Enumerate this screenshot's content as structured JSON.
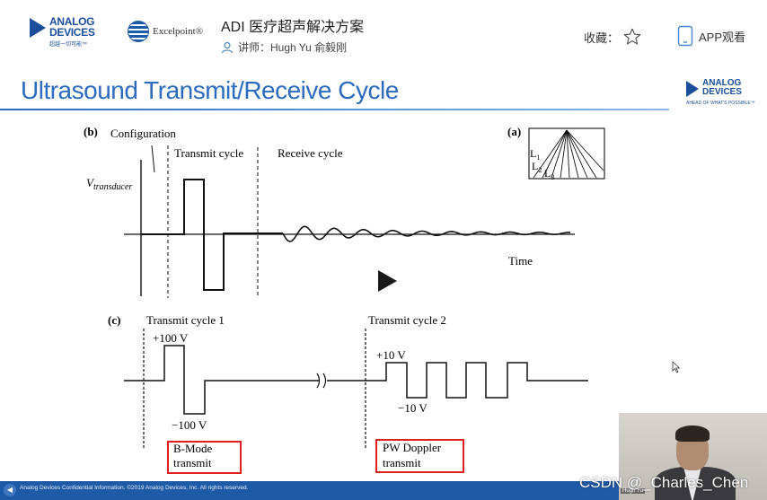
{
  "header": {
    "adi_logo": {
      "line1": "ANALOG",
      "line2": "DEVICES",
      "tagline": "超越一切可能™"
    },
    "partner_logo": {
      "name": "Excelpoint®"
    },
    "course_title": "ADI 医疗超声解决方案",
    "lecturer": "讲师：Hugh Yu 俞毅刚",
    "favorite_label": "收藏：",
    "app_label": "APP观看"
  },
  "slide": {
    "title": "Ultrasound Transmit/Receive Cycle",
    "logo": {
      "line1": "ANALOG",
      "line2": "DEVICES",
      "tagline": "AHEAD OF WHAT'S POSSIBLE™"
    },
    "panel_b": {
      "tag": "(b)",
      "configuration": "Configuration",
      "transmit_cycle": "Transmit cycle",
      "receive_cycle": "Receive cycle",
      "v_main": "V",
      "v_sub": "transducer",
      "time": "Time"
    },
    "panel_a": {
      "tag": "(a)",
      "l1": "L",
      "l1_sub": "1",
      "l2": "L",
      "l2_sub": "2",
      "l3": "L",
      "l3_sub": "3"
    },
    "panel_c": {
      "tag": "(c)",
      "cycle1": "Transmit cycle 1",
      "cycle2": "Transmit cycle 2",
      "plus100": "+100 V",
      "minus100": "−100 V",
      "plus10": "+10 V",
      "minus10": "−10 V",
      "bmode_line1": "B-Mode",
      "bmode_line2": "transmit",
      "pw_line1": "PW  Doppler",
      "pw_line2": "transmit"
    },
    "colors": {
      "title": "#2c6bbd",
      "highlight_box": "#e02020",
      "footer": "#1e5aa6"
    }
  },
  "footer": {
    "confidential": "Analog Devices Confidential Information. ©2019 Analog Devices, Inc. All rights reserved."
  },
  "video": {
    "presenter_name": "Hugh Yu"
  },
  "watermark": "CSDN @_Charles_Chen"
}
